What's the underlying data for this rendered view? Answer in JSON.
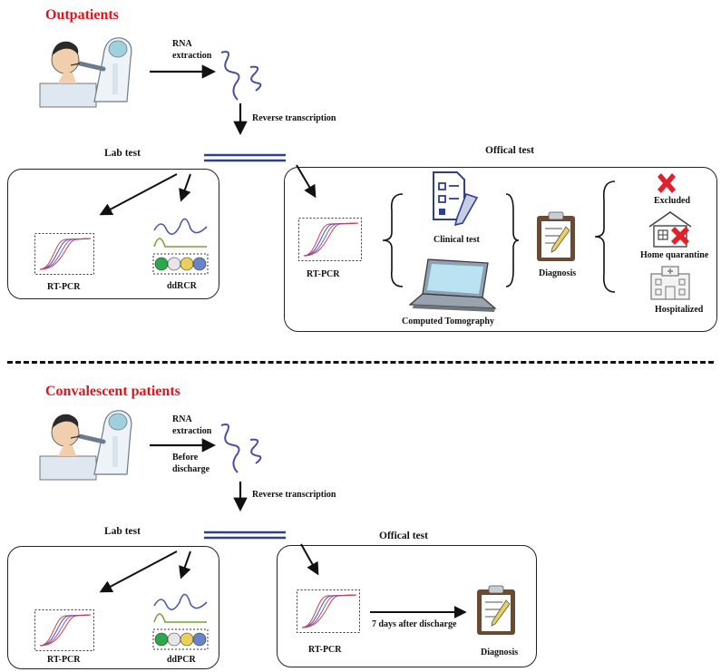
{
  "colors": {
    "title_red": "#e0141e",
    "dna_blue": "#2f3f8c",
    "rna_purple": "#4b4f9e",
    "cross_red": "#e0202a",
    "curve_red": "#d63a4a",
    "curve_blue": "#3a56c8",
    "curve_purple": "#8a56b8",
    "ddpcr_blue": "#4a5aa8",
    "ddpcr_green": "#78a03a",
    "droplet_green": "#2aa84a",
    "droplet_yellow": "#e8d05a",
    "droplet_blue": "#6a82c8",
    "clipboard_brown": "#6a4a32"
  },
  "top": {
    "title": "Outpatients",
    "rna_extraction": [
      "RNA",
      "extraction"
    ],
    "reverse_transcription": "Reverse transcription",
    "lab_test": "Lab test",
    "official_test": "Offical test",
    "lab": {
      "rtpcr_label": "RT-PCR",
      "ddpcr_label": "ddRCR"
    },
    "official": {
      "rtpcr_label": "RT-PCR",
      "clinical_test": "Clinical test",
      "computed_tomography": "Computed Tomography",
      "diagnosis": "Diagnosis",
      "outcomes": [
        "Excluded",
        "Home quarantine",
        "Hospitalized"
      ]
    }
  },
  "bottom": {
    "title": "Convalescent patients",
    "rna_extraction": [
      "RNA",
      "extraction",
      "Before",
      "discharge"
    ],
    "reverse_transcription": "Reverse transcription",
    "lab_test": "Lab test",
    "official_test": "Offical test",
    "lab": {
      "rtpcr_label": "RT-PCR",
      "ddpcr_label": "ddPCR"
    },
    "official": {
      "rtpcr_label": "RT-PCR",
      "arrow_label": "7 days after discharge",
      "diagnosis": "Diagnosis"
    }
  }
}
